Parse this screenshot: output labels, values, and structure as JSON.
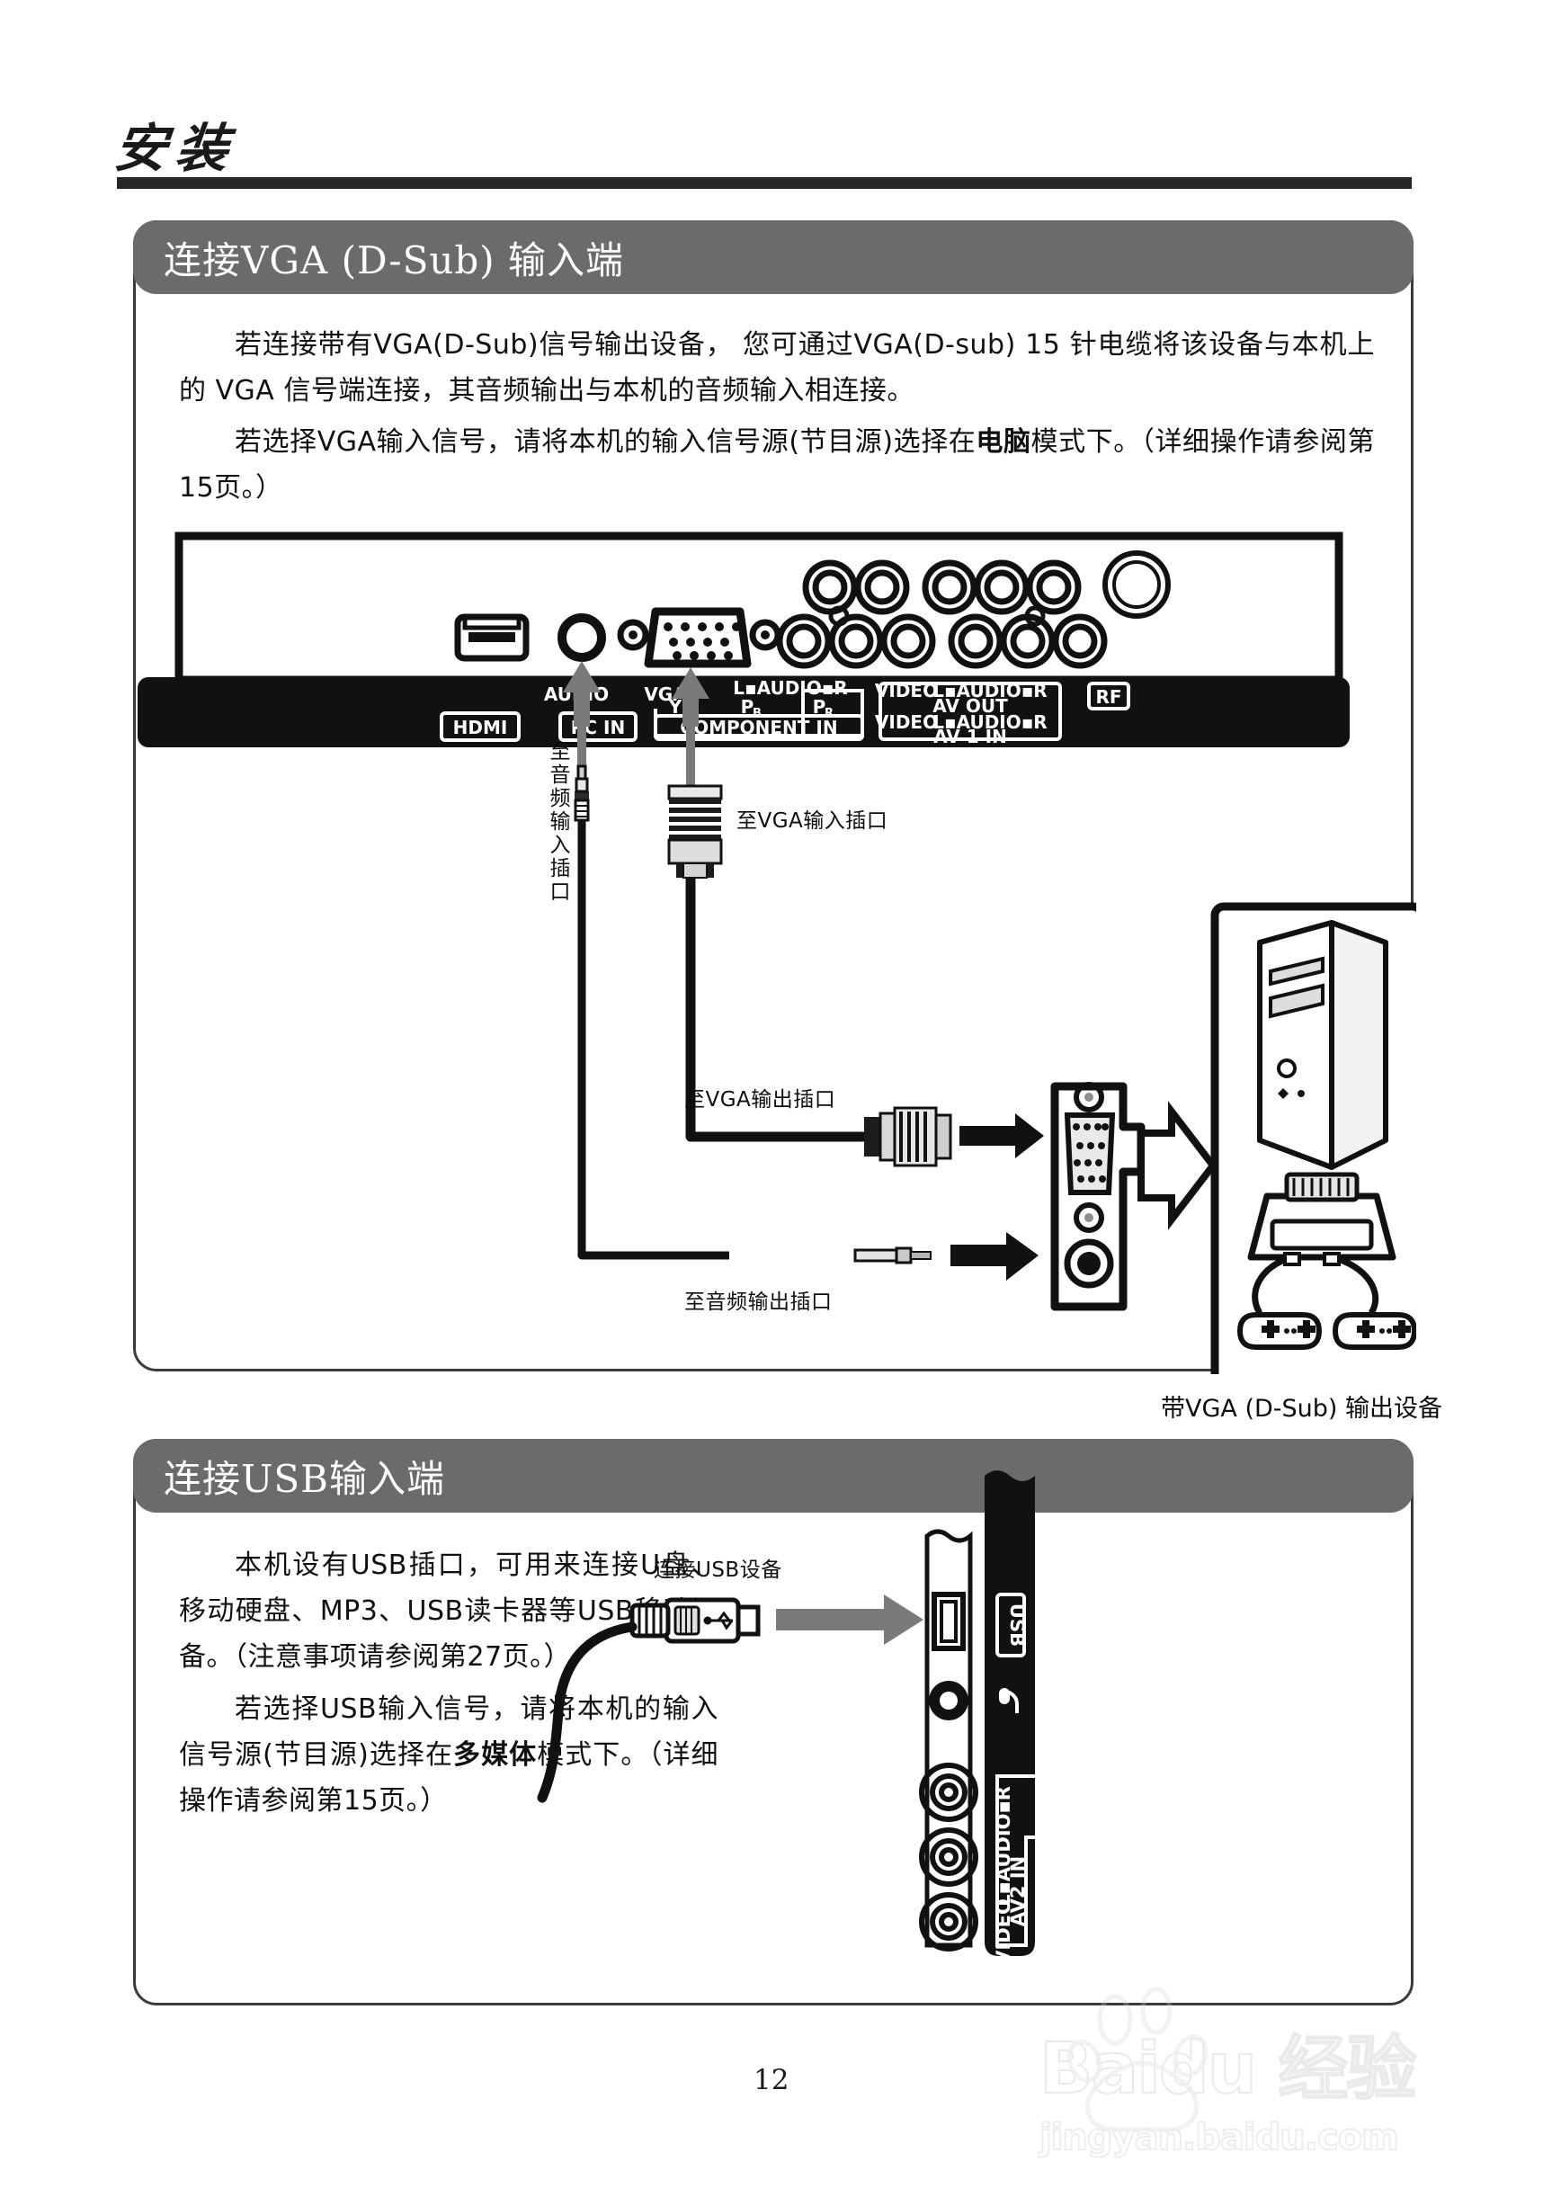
{
  "page": {
    "chapter_title": "安装",
    "page_number": "12"
  },
  "watermark": {
    "main": "Baidu 经验",
    "sub": "jingyan.baidu.com"
  },
  "sections": [
    {
      "banner_title": "连接VGA (D-Sub) 输入端",
      "paragraph_1": "若连接带有VGA(D-Sub)信号输出设备， 您可通过VGA(D-sub) 15 针电缆将该设备与本机上的 VGA 信号端连接，其音频输出与本机的音频输入相连接。",
      "paragraph_2": "若选择VGA输入信号，请将本机的输入信号源(节目源)选择在电脑模式下。（详细操作请参阅第15页。）",
      "paragraph_2_emphasis": "电脑",
      "diagram": {
        "panel_labels": [
          "HDMI",
          "AUDIO",
          "VGA",
          "PC IN",
          "L-AUDIO-R",
          "Y",
          "PB",
          "PR",
          "COMPONENT IN",
          "VIDEO",
          "L-AUDIO-R",
          "AV OUT",
          "VIDEO",
          "L-AUDIO-R",
          "AV 1 IN",
          "RF"
        ],
        "cable_label_audio_in": "至音频输入插口",
        "cable_label_vga_in": "至VGA输入插口",
        "cable_label_vga_out": "至VGA输出插口",
        "cable_label_audio_out": "至音频输出插口",
        "device_caption": "带VGA (D-Sub) 输出设备"
      }
    },
    {
      "banner_title": "连接USB输入端",
      "paragraph_1": "本机设有USB插口，可用来连接U盘、移动硬盘、MP3、USB读卡器等USB移动设备。（注意事项请参阅第27页。）",
      "paragraph_2": "若选择USB输入信号，请将本机的输入信号源(节目源)选择在多媒体模式下。（详细操作请参阅第15页。）",
      "paragraph_2_emphasis": "多媒体",
      "diagram": {
        "cable_label_usb": "连接USB设备",
        "side_labels": [
          "USB",
          "VIDEO",
          "L-AUDIO-R",
          "AV2 IN"
        ]
      }
    }
  ]
}
